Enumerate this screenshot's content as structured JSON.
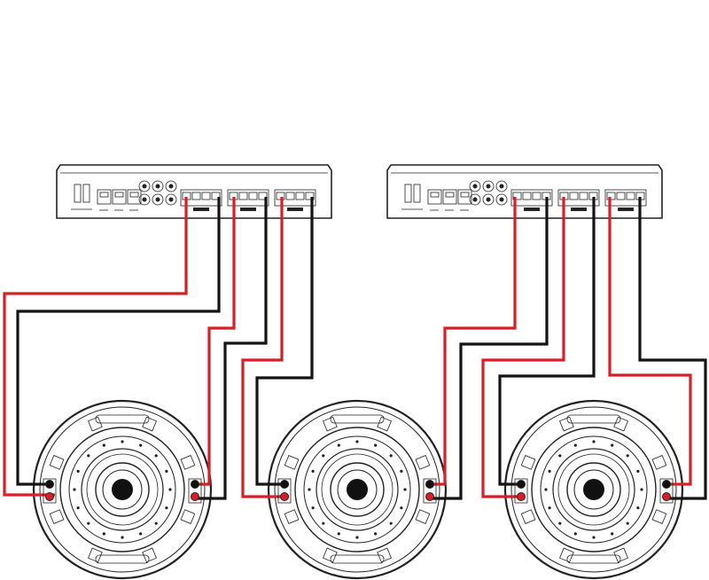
{
  "colors": {
    "positive_wire": "#d62027",
    "negative_wire": "#141414",
    "outline": "#222222",
    "background": "#ffffff"
  },
  "amplifiers": [
    {
      "id": "amp-1",
      "channel_terminal_groups": 3,
      "rca_jacks": 6,
      "power_terminals": 3
    },
    {
      "id": "amp-2",
      "channel_terminal_groups": 3,
      "rca_jacks": 6,
      "power_terminals": 3
    }
  ],
  "subwoofers": [
    {
      "id": "sub-1",
      "voice_coils": 2
    },
    {
      "id": "sub-2",
      "voice_coils": 2
    },
    {
      "id": "sub-3",
      "voice_coils": 2
    }
  ]
}
